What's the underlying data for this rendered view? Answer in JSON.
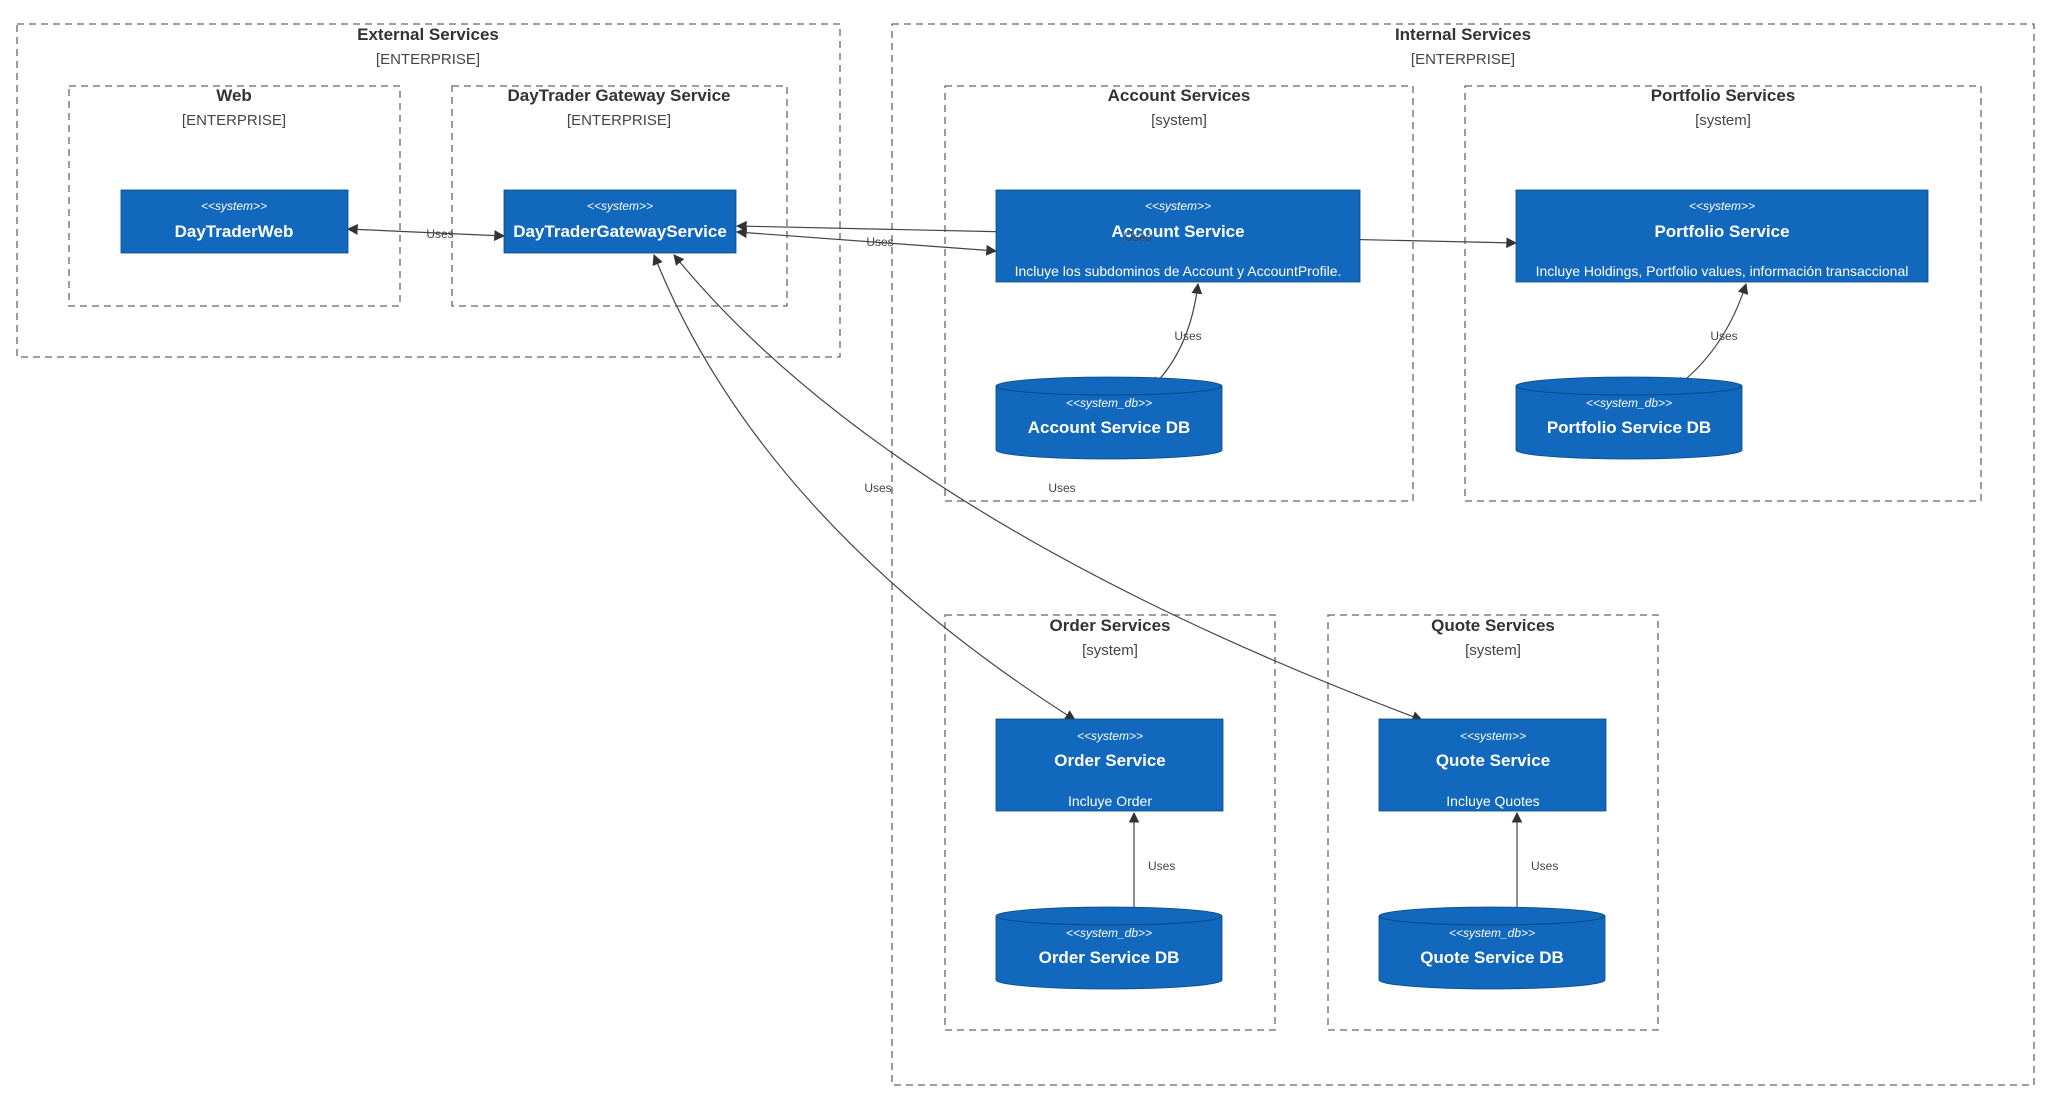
{
  "boundaries": {
    "external": {
      "title": "External Services",
      "type": "[ENTERPRISE]"
    },
    "web": {
      "title": "Web",
      "type": "[ENTERPRISE]"
    },
    "gateway": {
      "title": "DayTrader Gateway Service",
      "type": "[ENTERPRISE]"
    },
    "internal": {
      "title": "Internal Services",
      "type": "[ENTERPRISE]"
    },
    "account": {
      "title": "Account Services",
      "type": "[system]"
    },
    "portfolio": {
      "title": "Portfolio Services",
      "type": "[system]"
    },
    "order": {
      "title": "Order Services",
      "type": "[system]"
    },
    "quote": {
      "title": "Quote Services",
      "type": "[system]"
    }
  },
  "nodes": {
    "web": {
      "stereotype": "<<system>>",
      "title": "DayTraderWeb",
      "desc": ""
    },
    "gateway": {
      "stereotype": "<<system>>",
      "title": "DayTraderGatewayService",
      "desc": ""
    },
    "account": {
      "stereotype": "<<system>>",
      "title": "Account Service",
      "desc": "Incluye los subdominos de Account y AccountProfile."
    },
    "portfolio": {
      "stereotype": "<<system>>",
      "title": "Portfolio Service",
      "desc": "Incluye Holdings, Portfolio values, información transaccional"
    },
    "order": {
      "stereotype": "<<system>>",
      "title": "Order Service",
      "desc": "Incluye Order"
    },
    "quote": {
      "stereotype": "<<system>>",
      "title": "Quote Service",
      "desc": "Incluye Quotes"
    },
    "account_db": {
      "stereotype": "<<system_db>>",
      "title": "Account Service DB"
    },
    "portfolio_db": {
      "stereotype": "<<system_db>>",
      "title": "Portfolio Service DB"
    },
    "order_db": {
      "stereotype": "<<system_db>>",
      "title": "Order Service DB"
    },
    "quote_db": {
      "stereotype": "<<system_db>>",
      "title": "Quote Service DB"
    }
  },
  "edges": {
    "web_gateway": "Uses",
    "gateway_account": "Uses",
    "gateway_portfolio": "Uses",
    "gateway_order": "Uses",
    "gateway_quote": "Uses",
    "account_db": "Uses",
    "portfolio_db": "Uses",
    "order_db": "Uses",
    "quote_db": "Uses"
  },
  "colors": {
    "node_fill": "#1168bd",
    "node_text": "#ffffff",
    "boundary_stroke": "#666666",
    "edge_stroke": "#444444"
  }
}
